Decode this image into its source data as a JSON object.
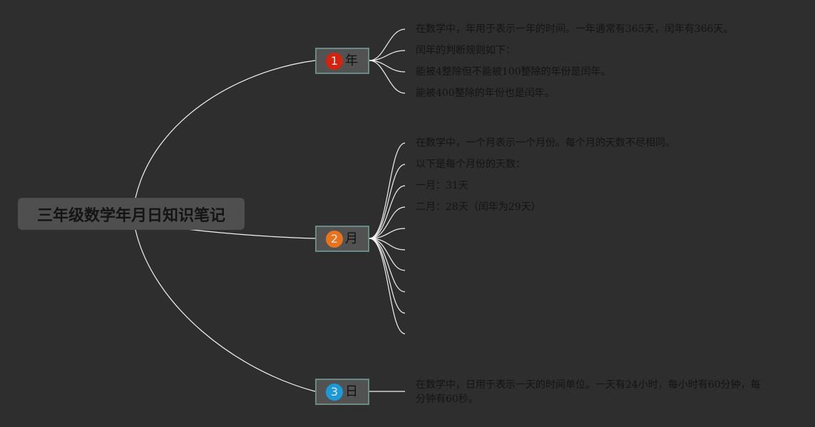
{
  "root": {
    "label": "三年级数学年月日知识笔记"
  },
  "colors": {
    "background": "#2e2e2e",
    "connector": "#f2f2f2",
    "badge_year": "#d42410",
    "badge_month": "#e8731c",
    "badge_day": "#1c9ad8"
  },
  "branches": [
    {
      "badge": "1",
      "label": "年",
      "notes": [
        "在数学中，年用于表示一年的时间。一年通常有365天，闰年有366天。",
        "闰年的判断规则如下：",
        "能被4整除但不能被100整除的年份是闰年。",
        "能被400整除的年份也是闰年。"
      ]
    },
    {
      "badge": "2",
      "label": "月",
      "notes": [
        "在数学中，一个月表示一个月份。每个月的天数不尽相同。",
        "以下是每个月份的天数：",
        "一月：31天",
        "二月：28天（闰年为29天）"
      ]
    },
    {
      "badge": "3",
      "label": "日",
      "notes": [
        "在数学中，日用于表示一天的时间单位。一天有24小时，每小时有60分钟，每分钟有60秒。"
      ]
    }
  ]
}
